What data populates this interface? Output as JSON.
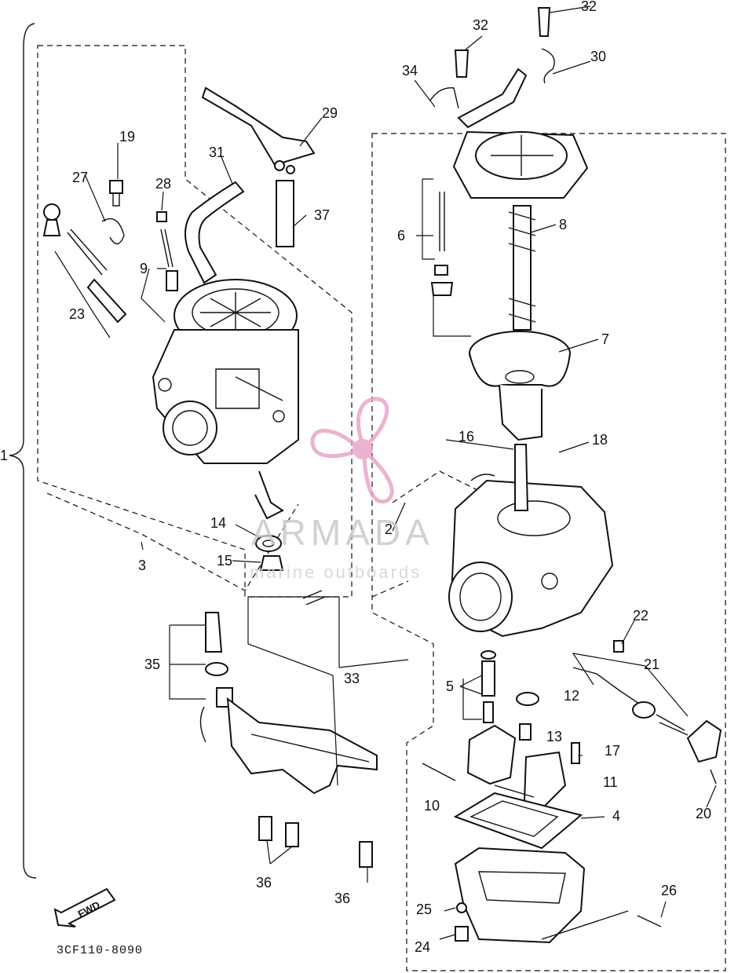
{
  "diagram": {
    "part_number": "3CF110-8090",
    "front_marker": "FWD",
    "watermark": {
      "brand": "ARMADA",
      "tagline": "marine outboards",
      "logo_icon": "propeller-logo-icon",
      "logo_color": "#e8a6c8"
    },
    "callouts": {
      "c1": "1",
      "c2": "2",
      "c3": "3",
      "c4": "4",
      "c5": "5",
      "c6": "6",
      "c7": "7",
      "c8": "8",
      "c9": "9",
      "c10": "10",
      "c11": "11",
      "c12": "12",
      "c13": "13",
      "c14": "14",
      "c15": "15",
      "c16": "16",
      "c17": "17",
      "c18": "18",
      "c19": "19",
      "c20": "20",
      "c21": "21",
      "c22": "22",
      "c23": "23",
      "c24": "24",
      "c25": "25",
      "c26": "26",
      "c27": "27",
      "c28": "28",
      "c29": "29",
      "c30": "30",
      "c31": "31",
      "c32a": "32",
      "c32b": "32",
      "c33": "33",
      "c34": "34",
      "c35": "35",
      "c36a": "36",
      "c36b": "36",
      "c37": "37"
    }
  }
}
